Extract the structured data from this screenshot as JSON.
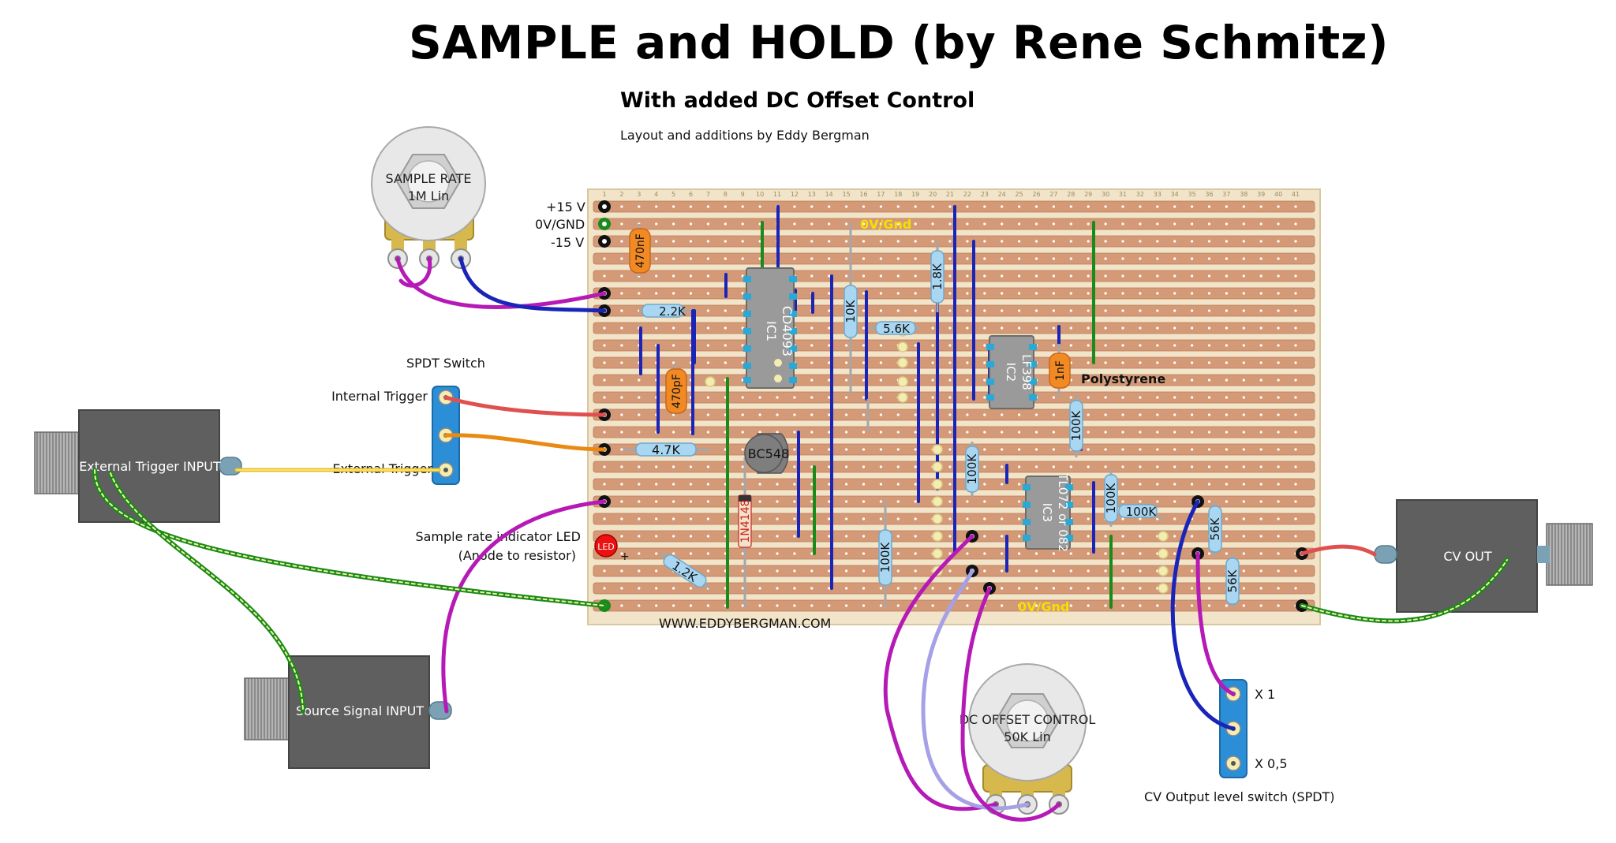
{
  "title": "SAMPLE and HOLD (by Rene Schmitz)",
  "subtitle": "With added DC Offset Control",
  "credit": "Layout and additions by Eddy Bergman",
  "website": "WWW.EDDYBERGMAN.COM",
  "rails": {
    "plus15": "+15 V",
    "gnd": "0V/GND",
    "minus15": "-15 V",
    "gnd_strip_top": "0V/Gnd",
    "gnd_strip_bottom": "0V/Gnd"
  },
  "pots": {
    "sample_rate": {
      "line1": "SAMPLE RATE",
      "line2": "1M Lin"
    },
    "dc_offset": {
      "line1": "DC OFFSET CONTROL",
      "line2": "50K Lin"
    }
  },
  "spdt_switch": {
    "title": "SPDT Switch",
    "internal": "Internal Trigger",
    "external": "External Trigger"
  },
  "jacks": {
    "ext_trigger": "External Trigger INPUT",
    "source": "Source Signal INPUT",
    "cv_out": "CV OUT"
  },
  "led": {
    "label_line1": "Sample rate indicator LED",
    "label_line2": "(Anode to resistor)",
    "text": "LED",
    "plus": "+"
  },
  "cv_switch": {
    "x1": "X 1",
    "x05": "X 0,5",
    "caption": "CV Output level switch (SPDT)"
  },
  "components": {
    "c470nf": "470nF",
    "c470pf": "470pF",
    "c1nf": "1nF",
    "polystyrene": "Polystyrene",
    "r22k": "2.2K",
    "r47k": "4.7K",
    "r12k": "1.2K",
    "r10k": "10K",
    "r56k_a": "5.6K",
    "r18k": "1.8K",
    "r100k_a": "100K",
    "r100k_b": "100K",
    "r100k_c": "100K",
    "r100k_d": "100K",
    "r100k_e": "100K",
    "r56k_b": "56K",
    "r56k_c": "56K",
    "bc548": "BC548",
    "diode": "1N4148",
    "ic1_name": "IC1",
    "ic1_part": "CD4093",
    "ic2_name": "IC2",
    "ic2_part": "LF398",
    "ic3_name": "IC3",
    "ic3_part": "TL072 or 082"
  },
  "colors": {
    "board": "#f2e4c8",
    "strip": "#d49a77",
    "strip_dark": "#b87a5a",
    "jack": "#5f5f5f",
    "switch": "#2c8ed6",
    "resistor": "#a9d7f2",
    "cap": "#f28a24"
  }
}
